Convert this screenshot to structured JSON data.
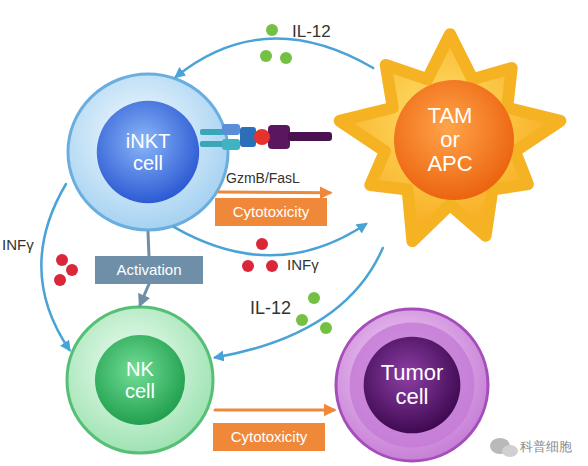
{
  "diagram": {
    "nodes": [
      {
        "text": [
          "iNKT cell"
        ]
      },
      {
        "text": [
          "TAM or APC"
        ]
      },
      {
        "text": [
          "Cytotoxicity"
        ]
      },
      {
        "text": [
          "Activation"
        ]
      },
      {
        "text": [
          "NK cell"
        ]
      },
      {
        "text": [
          "Tumor cell"
        ]
      },
      {
        "text": [
          "Cytotoxicity"
        ]
      }
    ],
    "edges": [
      {
        "from": 1,
        "to": 0,
        "arrow": "to",
        "label": "IL-12"
      },
      {
        "from": 0,
        "to": 1,
        "arrow": "to",
        "label": "GzmB/FasL"
      },
      {
        "from": 0,
        "to": 1,
        "arrow": "to",
        "label": "INFγ"
      },
      {
        "from": 0,
        "to": 4,
        "arrow": "to",
        "label": "INFγ"
      },
      {
        "from": 0,
        "to": 3,
        "arrow": "none"
      },
      {
        "from": 3,
        "to": 4,
        "arrow": "to"
      },
      {
        "from": 1,
        "to": 4,
        "arrow": "to",
        "label": "IL-12"
      },
      {
        "from": 4,
        "to": 5,
        "arrow": "to"
      }
    ],
    "labels": [
      "科普细胞"
    ]
  }
}
